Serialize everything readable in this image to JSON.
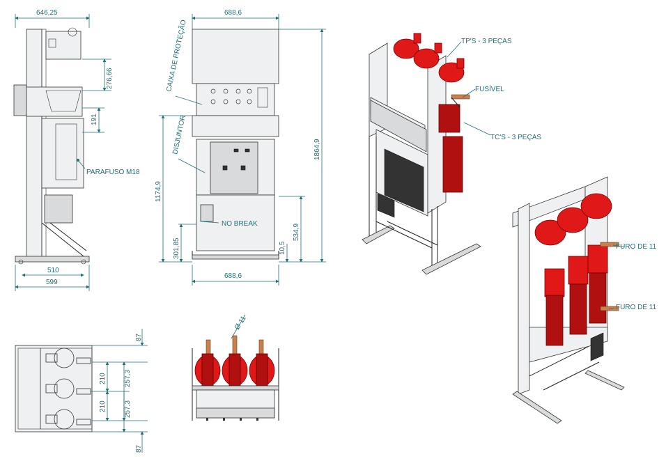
{
  "colors": {
    "dimension": "#1f6f78",
    "insulator": "#e01818",
    "frame": "#d9dadb"
  },
  "side_view": {
    "top": "646,25",
    "h1": "276,66",
    "h2": "191",
    "bolt": "PARAFUSO M18",
    "bottom1": "510",
    "bottom2": "599"
  },
  "front_view": {
    "width_top": "688,6",
    "height_total": "1864,9",
    "height_breaker": "1174,9",
    "h_nobreak": "534,9",
    "h_low": "301,85",
    "h_min": "10,5",
    "width_bottom": "688,6",
    "label_box": "CAIXA DE PROTEÇÃO",
    "label_breaker": "DISJUNTOR",
    "label_nobreak": "NO BREAK"
  },
  "iso_top": {
    "tps": "TP'S - 3 PEÇAS",
    "fuse": "FUSÍVEL",
    "tcs": "TC'S - 3 PEÇAS"
  },
  "iso_bottom": {
    "hole1": "FURO DE 11",
    "hole2": "FURO DE 11"
  },
  "plan_view": {
    "d1": "87",
    "d2": "257,3",
    "d3": "210",
    "d4": "210",
    "d5": "257,3",
    "d6": "87"
  },
  "front_small": {
    "dia": "Ø 11"
  }
}
